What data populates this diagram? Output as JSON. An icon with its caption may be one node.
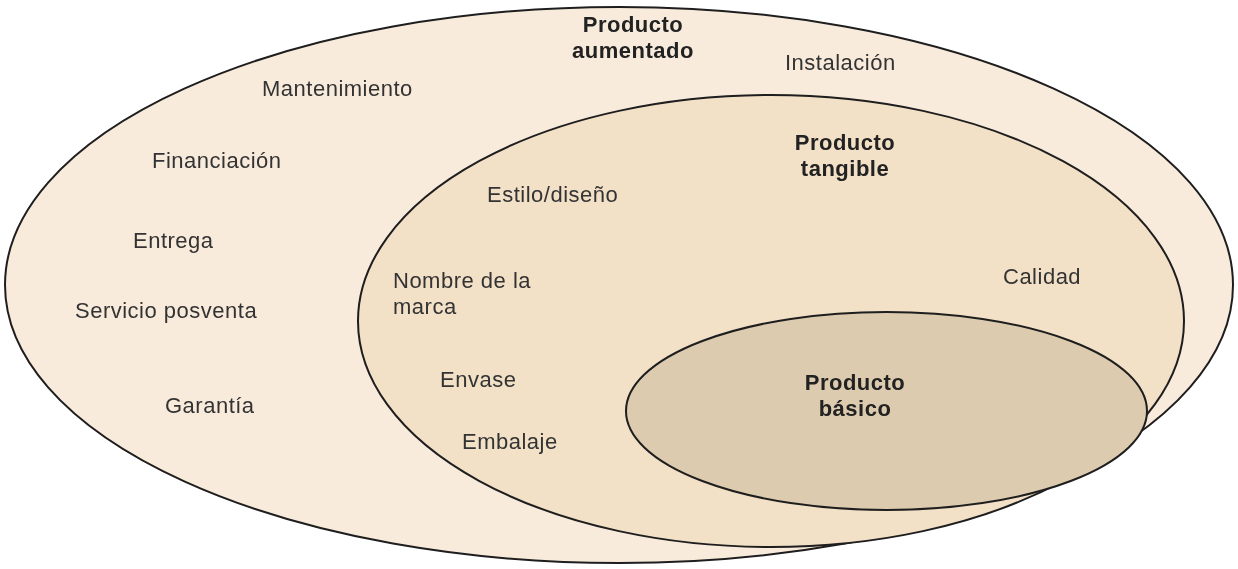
{
  "diagram": {
    "nodes": [
      {
        "text": [
          "Producto aumentado",
          "Instalación",
          "Mantenimiento",
          "Financiación",
          "Entrega",
          "Servicio posventa",
          "Garantía"
        ]
      },
      {
        "text": [
          "Producto tangible",
          "Estilo/diseño",
          "Nombre de la marca",
          "Calidad",
          "Envase",
          "Embalaje"
        ],
        "in": 0
      },
      {
        "text": [
          "Producto básico"
        ],
        "in": 1
      }
    ]
  }
}
